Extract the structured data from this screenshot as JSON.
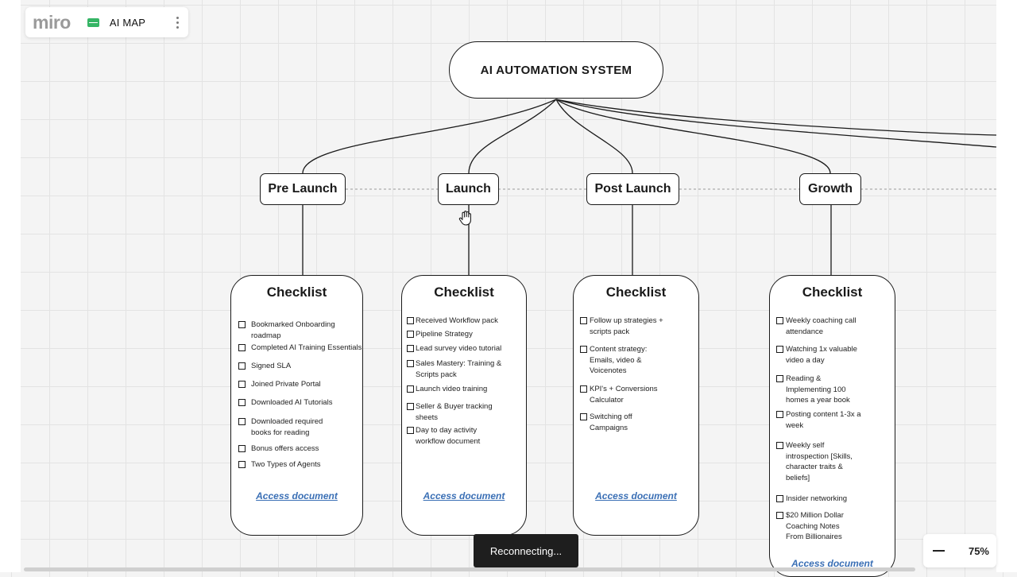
{
  "header": {
    "logo": "miro",
    "board_name": "AI MAP"
  },
  "root": {
    "label": "AI AUTOMATION SYSTEM"
  },
  "phases": [
    {
      "label": "Pre Launch"
    },
    {
      "label": "Launch"
    },
    {
      "label": "Post Launch"
    },
    {
      "label": "Growth"
    }
  ],
  "cards": [
    {
      "title": "Checklist",
      "link": "Access document",
      "items": [
        "Bookmarked Onboarding roadmap",
        "Completed AI Training Essentials",
        "Signed SLA",
        "Joined Private Portal",
        "Downloaded AI Tutorials",
        "Downloaded required books for reading",
        "Bonus offers access",
        "Two Types of Agents"
      ]
    },
    {
      "title": "Checklist",
      "link": "Access document",
      "items": [
        "Received Workflow pack",
        "Pipeline Strategy",
        "Lead survey video tutorial",
        "Sales Mastery: Training & Scripts pack",
        "Launch video training",
        "Seller & Buyer tracking sheets",
        "Day to day activity workflow document"
      ]
    },
    {
      "title": "Checklist",
      "link": "Access document",
      "items": [
        "Follow up strategies + scripts pack",
        "Content strategy: Emails, video & Voicenotes",
        "KPI's + Conversions Calculator",
        "Switching off Campaigns"
      ]
    },
    {
      "title": "Checklist",
      "link": "Access document",
      "items": [
        "Weekly coaching call attendance",
        "Watching 1x valuable video a day",
        "Reading & Implementing 100 homes a year book",
        "Posting content 1-3x a week",
        "Weekly self introspection [Skills, character traits & beliefs]",
        "Insider networking",
        "$20 Million Dollar Coaching Notes From Billionaires"
      ]
    }
  ],
  "status": {
    "toast": "Reconnecting..."
  },
  "zoom": {
    "value": "75%"
  }
}
